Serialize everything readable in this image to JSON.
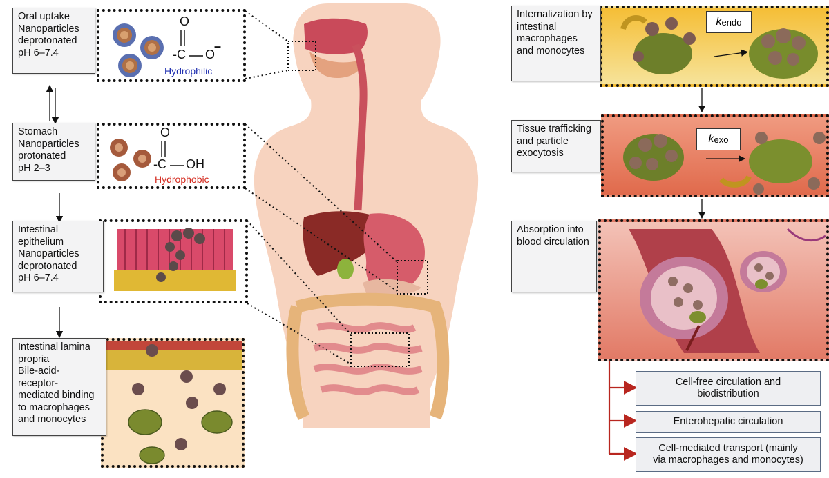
{
  "left": {
    "oral_label": "Oral uptake\nNanoparticles\ndeprotonated\npH 6–7.4",
    "stomach_label": "Stomach\nNanoparticles\nprotonated\npH 2–3",
    "epithelium_label": "Intestinal\nepithelium\nNanoparticles\ndeprotonated\npH 6–7.4",
    "lamina_label": "Intestinal lamina\npropria\nBile-acid-\nreceptor-\nmediated binding\nto macrophages\nand monocytes",
    "chem1": {
      "o_top": "O",
      "formula_left": "-C",
      "formula_right": "O",
      "charge": "–",
      "tag": "Hydrophilic"
    },
    "chem2": {
      "o_top": "O",
      "formula_left": "-C",
      "formula_right": "OH",
      "tag": "Hydrophobic"
    }
  },
  "right": {
    "intern_label": "Internalization by\nintestinal\nmacrophages\nand monocytes",
    "traffic_label": "Tissue trafficking\nand particle\nexocytosis",
    "absorb_label": "Absorption into\nblood circulation",
    "kendo": {
      "k": "k",
      "sub": "endo"
    },
    "kexo": {
      "k": "k",
      "sub": "exo"
    },
    "outcomes": [
      "Cell-free circulation and\nbiodistribution",
      "Enterohepatic circulation",
      "Cell-mediated transport (mainly\nvia macrophages and monocytes)"
    ]
  },
  "colors": {
    "hydrophilic": "#1f2fb0",
    "hydrophobic": "#d42a1e",
    "arrow_red": "#b8261f",
    "body_skin": "#f7d3bf"
  }
}
